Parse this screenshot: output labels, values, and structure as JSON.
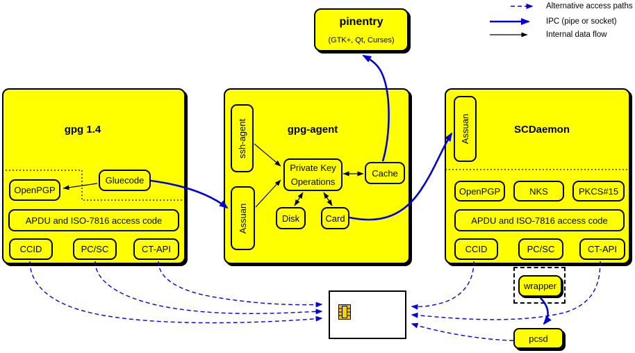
{
  "legend": {
    "alternative": "Alternative access paths",
    "ipc": "IPC (pipe or socket)",
    "internal": "Internal data flow"
  },
  "pinentry": {
    "title": "pinentry",
    "subtitle": "(GTK+, Qt, Curses)"
  },
  "gpg14": {
    "title": "gpg 1.4",
    "openpgp": "OpenPGP",
    "gluecode": "Gluecode",
    "apdu": "APDU and ISO-7816 access code",
    "ccid": "CCID",
    "pcsc": "PC/SC",
    "ctapi": "CT-API"
  },
  "gpg_agent": {
    "title": "gpg-agent",
    "ssh_agent": "ssh-agent",
    "assuan": "Assuan",
    "private_key_line1": "Private Key",
    "private_key_line2": "Operations",
    "cache": "Cache",
    "disk": "Disk",
    "card": "Card"
  },
  "scdaemon": {
    "title": "SCDaemon",
    "assuan": "Assuan",
    "openpgp": "OpenPGP",
    "nks": "NKS",
    "pkcs15": "PKCS#15",
    "apdu": "APDU and ISO-7816 access code",
    "ccid": "CCID",
    "pcsc": "PC/SC",
    "ctapi": "CT-API"
  },
  "external": {
    "wrapper": "wrapper",
    "pcsd": "pcsd"
  },
  "colors": {
    "box_fill": "#ffff00",
    "line_blue": "#0000dd",
    "border": "#000000"
  }
}
